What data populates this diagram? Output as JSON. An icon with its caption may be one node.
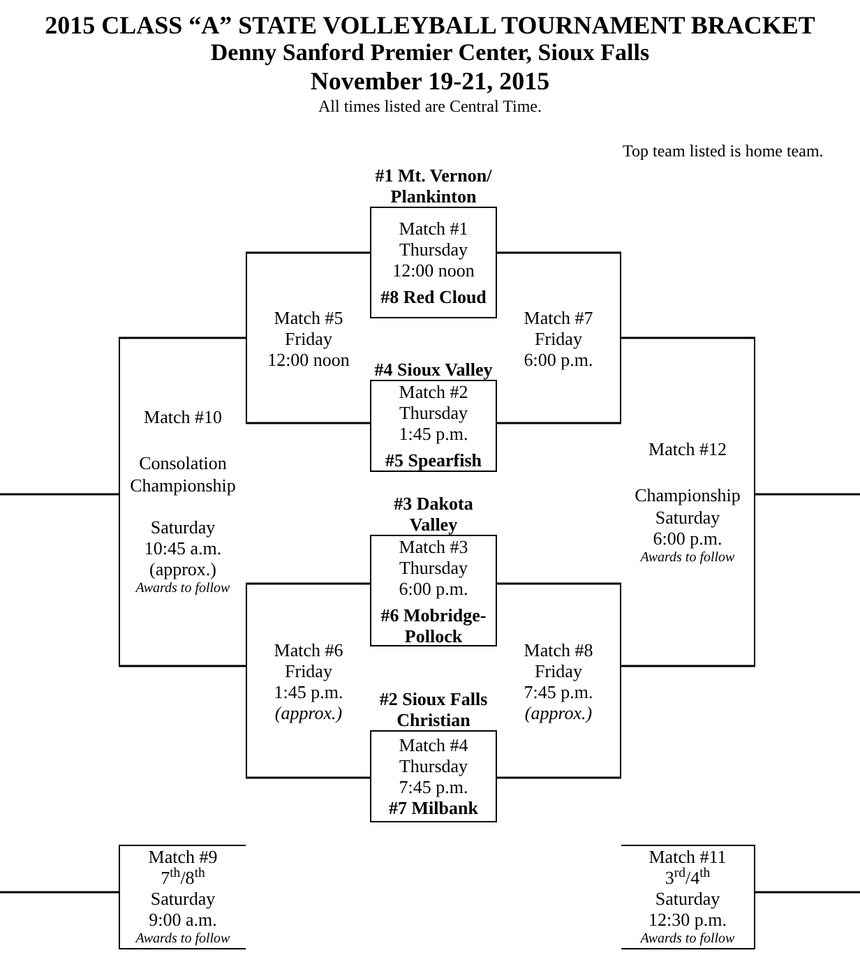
{
  "diagram": {
    "title": "2015 CLASS “A” STATE VOLLEYBALL TOURNAMENT BRACKET",
    "nodes": [
      {
        "text": [
          "#1 Mt. Vernon/ Plankinton",
          "Match #1",
          "Thursday",
          "12:00 noon",
          "#8 Red Cloud"
        ]
      },
      {
        "text": [
          "Match #5",
          "Friday",
          "12:00 noon"
        ]
      },
      {
        "text": [
          "Match #7",
          "Friday",
          "6:00 p.m."
        ]
      },
      {
        "text": [
          "#4 Sioux Valley",
          "Match #2",
          "Thursday",
          "1:45 p.m.",
          "#5 Spearfish"
        ]
      },
      {
        "text": [
          "Match #10",
          "Consolation Championship",
          "Saturday",
          "10:45 a.m.",
          "(approx.)",
          "Awards to follow"
        ]
      },
      {
        "text": [
          "Match #12",
          "Championship",
          "Saturday",
          "6:00 p.m.",
          "Awards to follow"
        ]
      },
      {
        "text": [
          "#3 Dakota Valley",
          "Match #3",
          "Thursday",
          "6:00 p.m.",
          "#6 Mobridge-Pollock"
        ]
      },
      {
        "text": [
          "Match #6",
          "Friday",
          "1:45 p.m.",
          "(approx.)"
        ]
      },
      {
        "text": [
          "Match #8",
          "Friday",
          "7:45 p.m.",
          "(approx.)"
        ]
      },
      {
        "text": [
          "#2 Sioux Falls Christian",
          "Match #4",
          "Thursday",
          "7:45 p.m.",
          "#7 Milbank"
        ]
      },
      {
        "text": [
          "Match #9",
          "7$^{th}$/8$^{th}$",
          "Saturday",
          "9:00 a.m.",
          "Awards to follow"
        ]
      },
      {
        "text": [
          "Match #11",
          "3$^{rd}$/4$^{th}$",
          "Saturday",
          "12:30 p.m.",
          "Awards to follow"
        ]
      }
    ],
    "edges": [
      {
        "from": 0,
        "to": 1,
        "arrow": "none"
      },
      {
        "from": 3,
        "to": 1,
        "arrow": "none"
      },
      {
        "from": 0,
        "to": 2,
        "arrow": "none"
      },
      {
        "from": 3,
        "to": 2,
        "arrow": "none"
      },
      {
        "from": 1,
        "to": 4,
        "arrow": "none"
      },
      {
        "from": 2,
        "to": 5,
        "arrow": "none"
      },
      {
        "from": 6,
        "to": 7,
        "arrow": "none"
      },
      {
        "from": 9,
        "to": 7,
        "arrow": "none"
      },
      {
        "from": 6,
        "to": 8,
        "arrow": "none"
      },
      {
        "from": 9,
        "to": 8,
        "arrow": "none"
      },
      {
        "from": 7,
        "to": 4,
        "arrow": "none"
      },
      {
        "from": 8,
        "to": 5,
        "arrow": "none"
      },
      {
        "from": 4,
        "to": null,
        "arrow": "none"
      },
      {
        "from": 5,
        "to": null,
        "arrow": "none"
      },
      {
        "from": 10,
        "to": null,
        "arrow": "none"
      },
      {
        "from": 11,
        "to": null,
        "arrow": "none"
      }
    ],
    "labels": [
      "Denny Sanford Premier Center, Sioux Falls",
      "November 19-21, 2015",
      "All times listed are Central Time.",
      "Top team listed is home team."
    ]
  }
}
